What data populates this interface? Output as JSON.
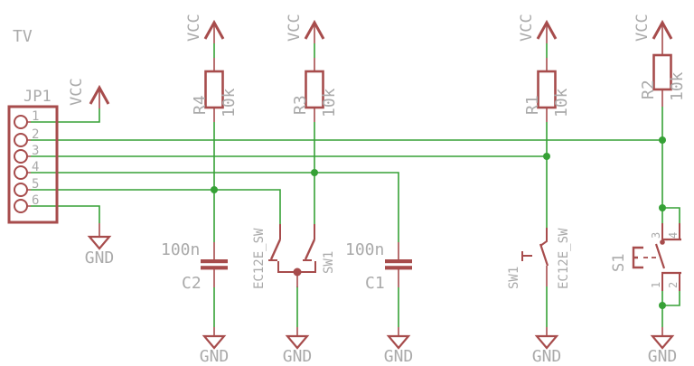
{
  "title": "TV",
  "colors": {
    "wire": "#36a136",
    "part": "#a74c4c",
    "text": "#aaaaaa"
  },
  "power": {
    "vcc": "VCC",
    "gnd": "GND"
  },
  "connector": {
    "ref": "JP1",
    "pins": [
      "1",
      "2",
      "3",
      "4",
      "5",
      "6"
    ]
  },
  "resistors": [
    {
      "ref": "R4",
      "value": "10k"
    },
    {
      "ref": "R3",
      "value": "10k"
    },
    {
      "ref": "R1",
      "value": "10k"
    },
    {
      "ref": "R2",
      "value": "10k"
    }
  ],
  "capacitors": [
    {
      "ref": "C2",
      "value": "100n"
    },
    {
      "ref": "C1",
      "value": "100n"
    }
  ],
  "encoder_switch": {
    "ref": "SW1",
    "part": "EC12E_SW"
  },
  "push_switch": {
    "ref": "SW1",
    "part": "EC12E_SW"
  },
  "tact_switch": {
    "ref": "S1",
    "pins": {
      "p1": "1",
      "p2": "2",
      "p3": "3",
      "p4": "4"
    }
  }
}
